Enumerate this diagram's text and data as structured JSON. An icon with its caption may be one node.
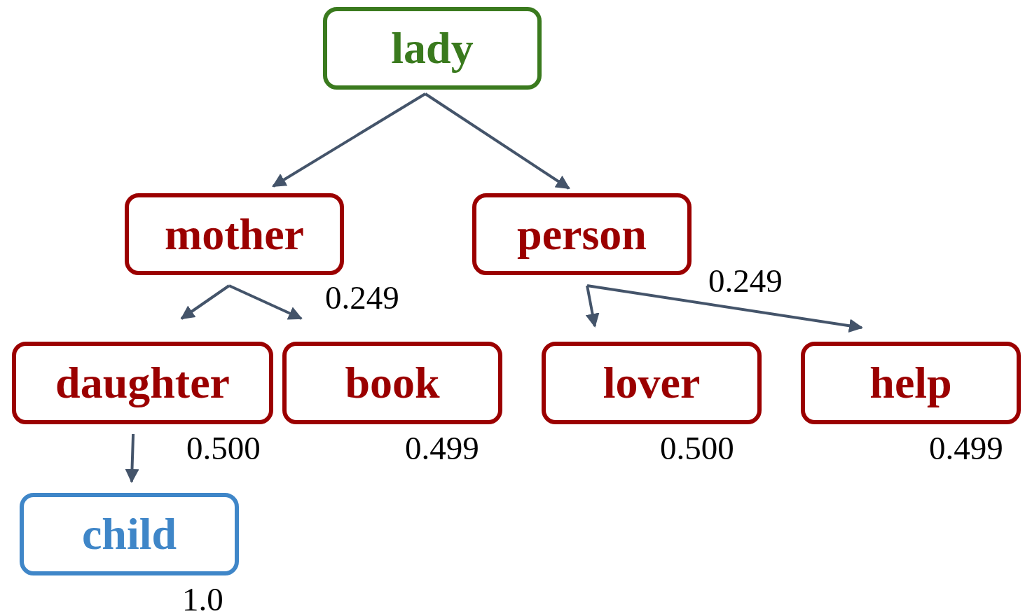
{
  "diagram": {
    "nodes": [
      {
        "text": [
          "lady"
        ]
      },
      {
        "text": [
          "mother"
        ],
        "beside": [
          "0.249"
        ]
      },
      {
        "text": [
          "person"
        ],
        "beside": [
          "0.249"
        ]
      },
      {
        "text": [
          "daughter"
        ],
        "beside": [
          "0.500"
        ]
      },
      {
        "text": [
          "book"
        ],
        "beside": [
          "0.499"
        ]
      },
      {
        "text": [
          "lover"
        ],
        "beside": [
          "0.500"
        ]
      },
      {
        "text": [
          "help"
        ],
        "beside": [
          "0.499"
        ]
      },
      {
        "text": [
          "child"
        ],
        "beside": [
          "1.0"
        ]
      }
    ],
    "edges": [
      {
        "from": 0,
        "to": 1,
        "arrow": "to"
      },
      {
        "from": 0,
        "to": 2,
        "arrow": "to"
      },
      {
        "from": 1,
        "to": 3,
        "arrow": "to"
      },
      {
        "from": 1,
        "to": 4,
        "arrow": "to"
      },
      {
        "from": 2,
        "to": 5,
        "arrow": "to"
      },
      {
        "from": 2,
        "to": 6,
        "arrow": "to"
      },
      {
        "from": 3,
        "to": 7,
        "arrow": "to"
      }
    ]
  }
}
